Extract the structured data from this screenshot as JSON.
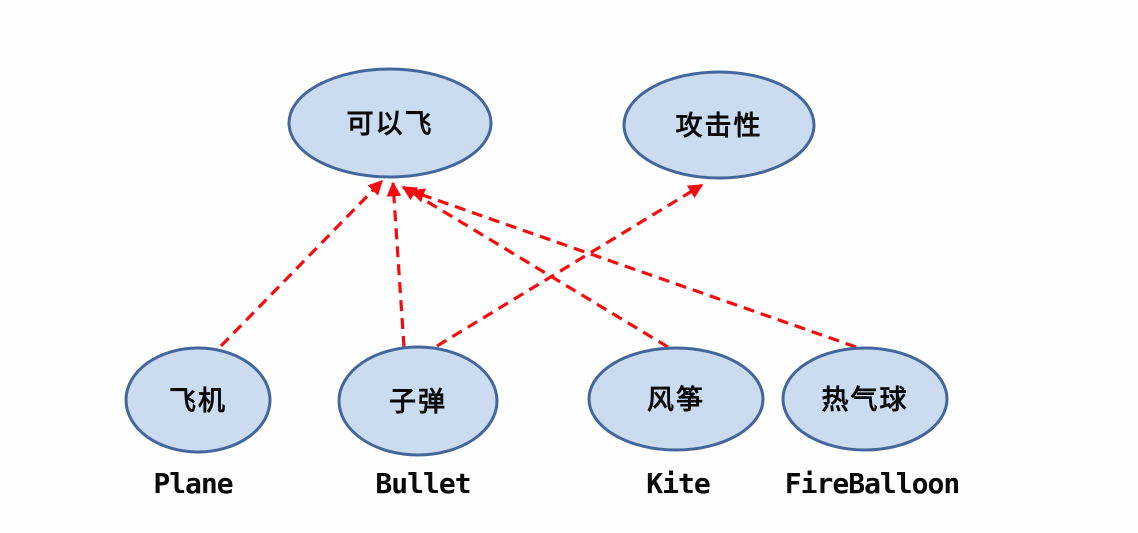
{
  "diagram": {
    "type": "concept-map",
    "colors": {
      "background": "#fefefe",
      "node_fill": "#cbdbf0",
      "node_border": "#44679b",
      "arrow_red": "#f30e0e",
      "text": "#0a0a0a"
    },
    "nodes": {
      "can_fly": {
        "label": "可以飞"
      },
      "aggressive": {
        "label": "攻击性"
      },
      "plane": {
        "label": "飞机",
        "caption": "Plane"
      },
      "bullet": {
        "label": "子弹",
        "caption": "Bullet"
      },
      "kite": {
        "label": "风筝",
        "caption": "Kite"
      },
      "fireballoon": {
        "label": "热气球",
        "caption": "FireBalloon"
      }
    },
    "edges": [
      {
        "from": "plane",
        "to": "can_fly",
        "style": "red-dashed-arrow"
      },
      {
        "from": "bullet",
        "to": "can_fly",
        "style": "red-dashed-arrow"
      },
      {
        "from": "kite",
        "to": "can_fly",
        "style": "red-dashed-arrow"
      },
      {
        "from": "fireballoon",
        "to": "can_fly",
        "style": "red-dashed-arrow"
      },
      {
        "from": "bullet",
        "to": "aggressive",
        "style": "red-dashed-arrow"
      }
    ]
  }
}
